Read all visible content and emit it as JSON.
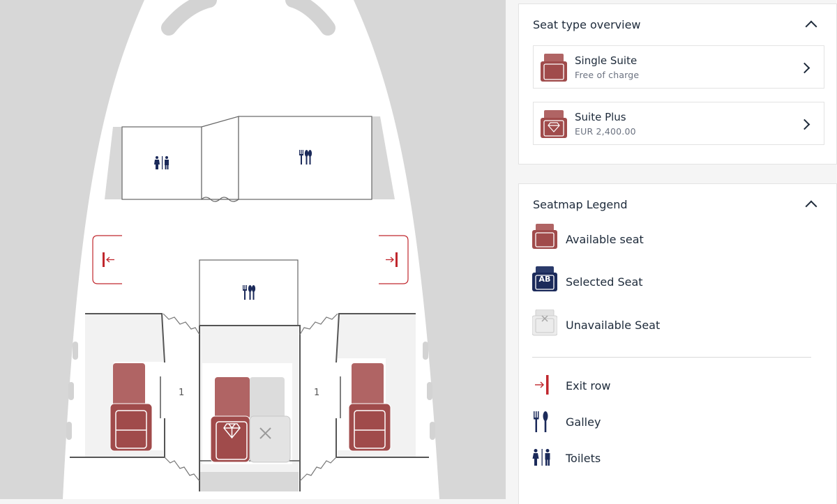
{
  "seatmap": {
    "row_left": "1",
    "row_right": "1"
  },
  "seat_type_overview": {
    "title": "Seat type overview",
    "items": [
      {
        "name": "Single Suite",
        "price": "Free of charge"
      },
      {
        "name": "Suite Plus",
        "price": "EUR  2,400.00"
      }
    ]
  },
  "legend": {
    "title": "Seatmap Legend",
    "items": [
      {
        "label": "Available seat",
        "icon": "available-seat-icon"
      },
      {
        "label": "Selected Seat",
        "icon": "selected-seat-icon",
        "badge": "AB"
      },
      {
        "label": "Unavailable Seat",
        "icon": "unavailable-seat-icon"
      },
      {
        "label": "Exit row",
        "icon": "exit-row-icon"
      },
      {
        "label": "Galley",
        "icon": "galley-icon"
      },
      {
        "label": "Toilets",
        "icon": "toilets-icon"
      }
    ]
  },
  "colors": {
    "available": "#a04b4b",
    "selected": "#1b2a5a",
    "unavailable": "#d9d9d9",
    "exit": "#c0272d",
    "text": "#1d2a3a"
  }
}
